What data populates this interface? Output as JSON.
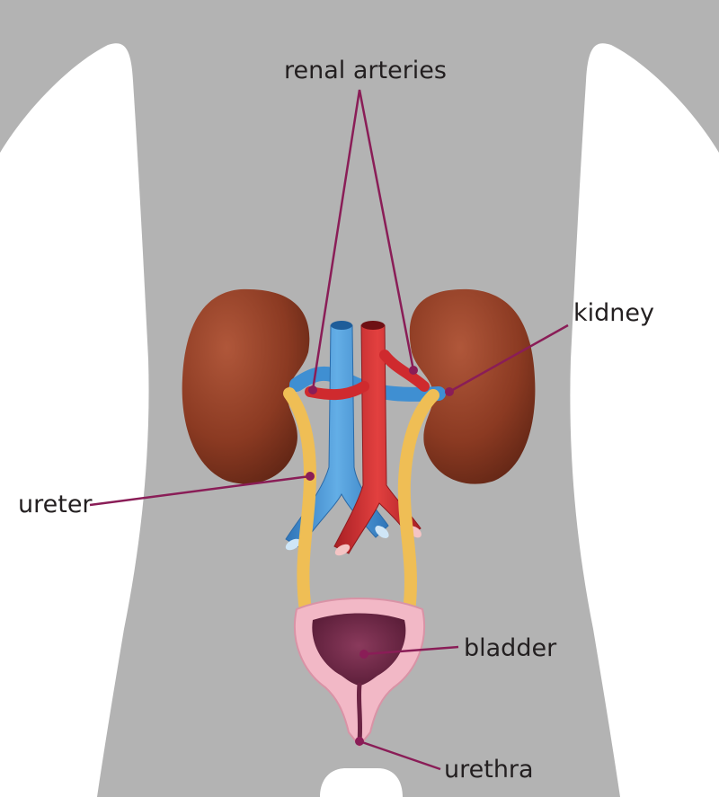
{
  "labels": {
    "renal_arteries": "renal arteries",
    "kidney": "kidney",
    "ureter": "ureter",
    "bladder": "bladder",
    "urethra": "urethra"
  },
  "colors": {
    "background": "#ffffff",
    "body": "#b3b3b3",
    "kidney": "#8b3a22",
    "artery": "#cf2a2e",
    "vein": "#3f8fd2",
    "ureter": "#efbe55",
    "bladder_wall": "#f2b8c6",
    "bladder_interior": "#6b2343",
    "leader_line": "#8a1d57"
  }
}
